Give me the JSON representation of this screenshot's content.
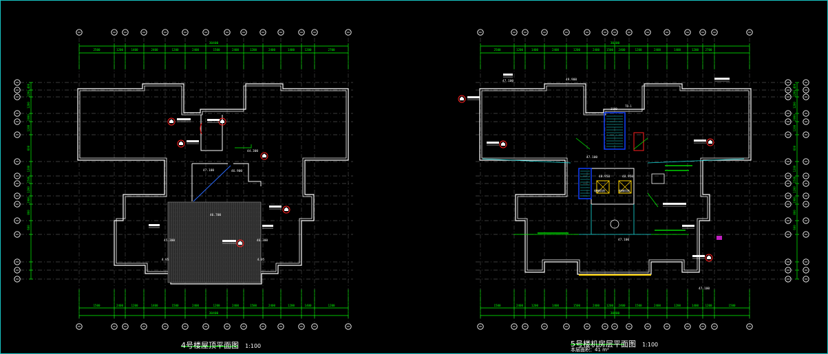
{
  "colors": {
    "background": "#000000",
    "wall": "#ffffff",
    "dim": "#00ff00",
    "axis": "#7a7a7a",
    "grid_bubble": "#ffffff",
    "tag_red": "#ff2020",
    "stair_blue": "#1040ff",
    "cyan": "#19e0e0",
    "yellow": "#ffd400",
    "frame": "#17c5c5"
  },
  "left_plan": {
    "title": "4号楼屋顶平面图",
    "scale": "1:100",
    "total_top": "30400",
    "total_bottom": "30400",
    "top_dims": [
      "2500",
      "1200",
      "1400",
      "2400",
      "1200",
      "2400",
      "1500",
      "2400",
      "1200",
      "2400",
      "1400",
      "1200",
      "2700"
    ],
    "bottom_dims": [
      "1500",
      "2400",
      "1200",
      "1400",
      "1500",
      "2400",
      "1200",
      "2400",
      "1500",
      "2400",
      "1200",
      "1400",
      "1200",
      "1500"
    ],
    "left_dims": [
      "400",
      "1200",
      "1200",
      "2000",
      "1200",
      "600",
      "1200",
      "1500",
      "1200",
      "1900",
      "800",
      "600"
    ],
    "elev_labels": [
      "47.100",
      "46.900",
      "44.300",
      "46.700",
      "45.300",
      "46.300",
      "4.05",
      "4.05"
    ],
    "icons": [
      "house-icon",
      "house-icon",
      "house-icon",
      "house-icon",
      "house-icon"
    ]
  },
  "right_plan": {
    "title": "5号楼机房层平面图",
    "scale": "1:100",
    "area_note": "本层面积：41 m²",
    "total_top": "30400",
    "total_bottom": "30400",
    "top_dims": [
      "2500",
      "1200",
      "1400",
      "2400",
      "1200",
      "2400",
      "1500",
      "2400",
      "1200",
      "2400",
      "1400",
      "1200",
      "2700"
    ],
    "bottom_dims": [
      "1500",
      "2400",
      "1200",
      "1400",
      "1500",
      "2400",
      "1200",
      "2400",
      "1500",
      "2400",
      "1200",
      "1400",
      "1200",
      "1500"
    ],
    "left_dims": [
      "400",
      "1200",
      "1200",
      "2000",
      "1200",
      "600",
      "1200",
      "1500",
      "1200",
      "1900",
      "800",
      "600"
    ],
    "elev_labels": [
      "47.100",
      "49.900",
      "47.100",
      "47.100",
      "48.950",
      "48.950",
      "47.100"
    ],
    "room_labels": [
      "电梯机房",
      "电梯机房",
      "TD-1",
      "3100"
    ],
    "icons": [
      "house-icon",
      "house-icon",
      "house-icon",
      "house-icon"
    ]
  }
}
